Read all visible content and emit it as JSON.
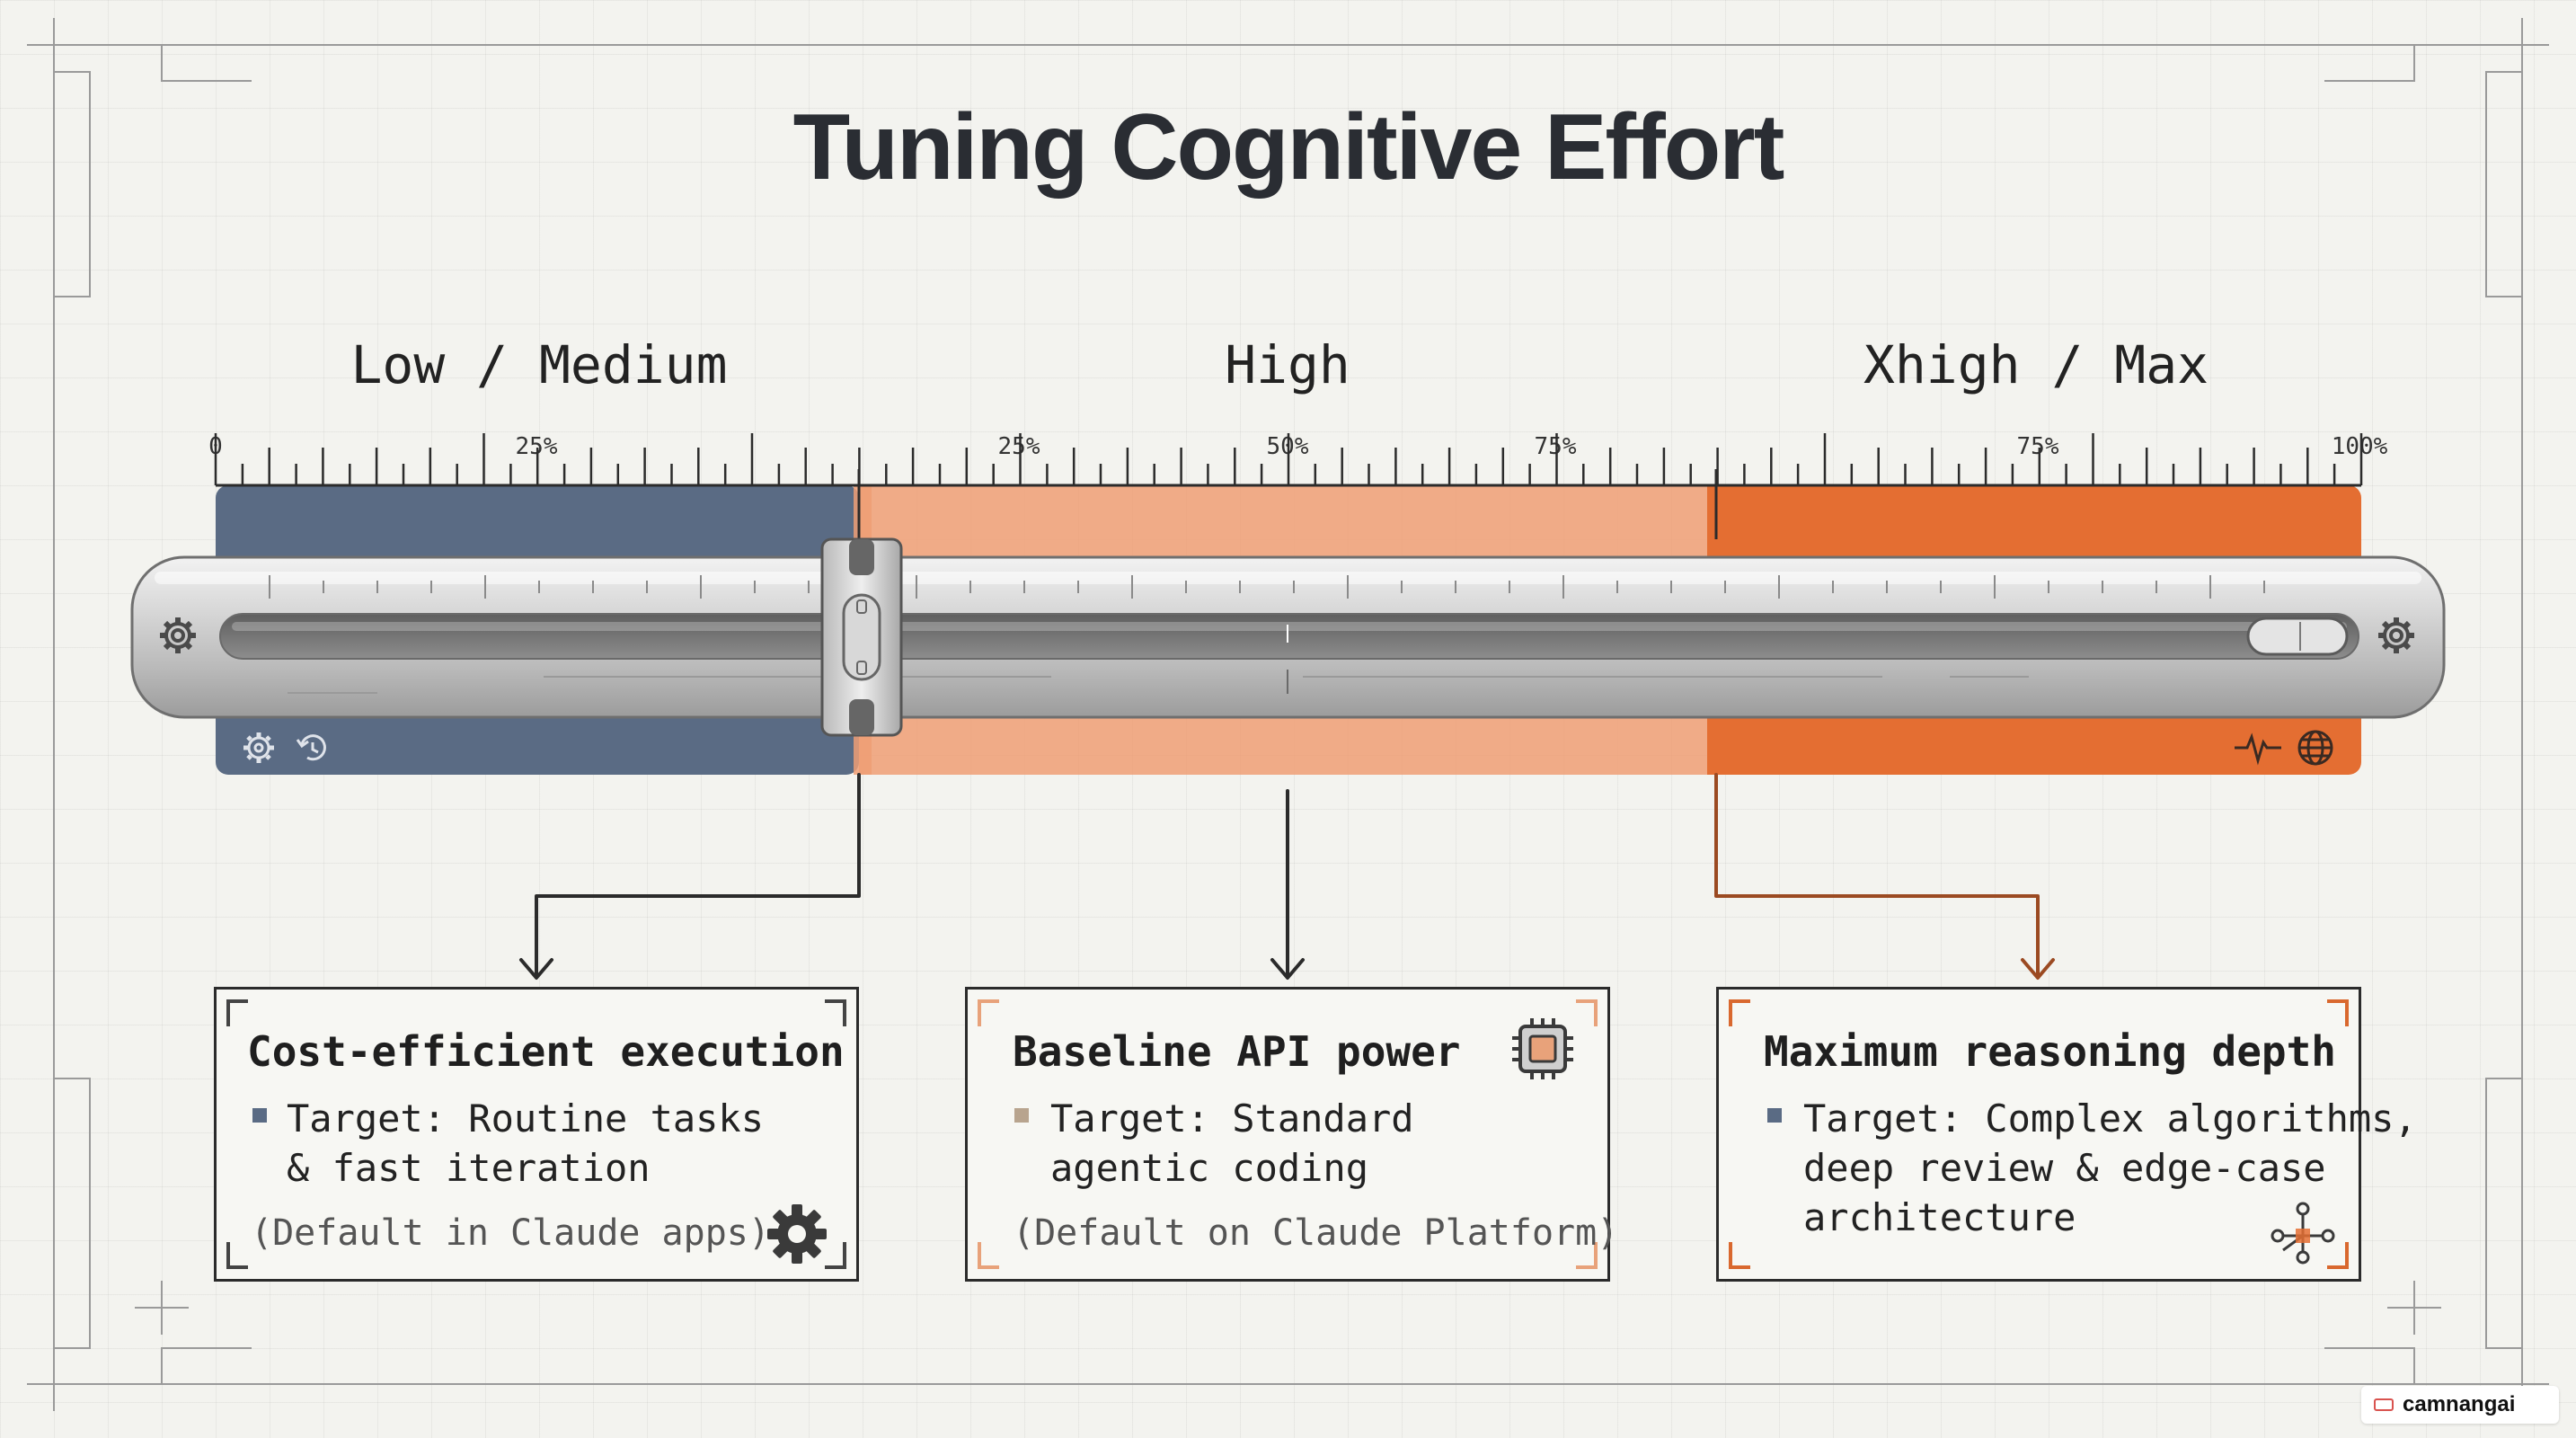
{
  "title": "Tuning Cognitive Effort",
  "zones": [
    {
      "label": "Low / Medium",
      "color": "#5a6b84"
    },
    {
      "label": "High",
      "color": "#ee9d74"
    },
    {
      "label": "Xhigh / Max",
      "color": "#e46e32"
    }
  ],
  "scale_labels": [
    "0",
    "25%",
    "25%",
    "50%",
    "75%",
    "75%",
    "100%"
  ],
  "slider": {
    "handle_position_percent": 30,
    "left_icons": [
      "gear-icon",
      "refresh-icon"
    ],
    "right_icons": [
      "pulse-icon",
      "globe-icon"
    ]
  },
  "cards": [
    {
      "title": "Cost-efficient execution",
      "target": "Target: Routine tasks\n& fast iteration",
      "note": "(Default in Claude apps)",
      "icon": "gear-icon",
      "bullet_color": "#5a6b84",
      "accent_color": "#444444"
    },
    {
      "title": "Baseline API power",
      "target": "Target: Standard\nagentic coding",
      "note": "(Default on Claude Platform)",
      "icon": "chip-icon",
      "bullet_color": "#b8a48e",
      "accent_color": "#e8a27a"
    },
    {
      "title": "Maximum reasoning depth",
      "target": "Target: Complex algorithms,\ndeep review & edge-case\narchitecture",
      "note": "",
      "icon": "network-icon",
      "bullet_color": "#5a6b84",
      "accent_color": "#d9682e"
    }
  ],
  "watermark": "camnangai"
}
